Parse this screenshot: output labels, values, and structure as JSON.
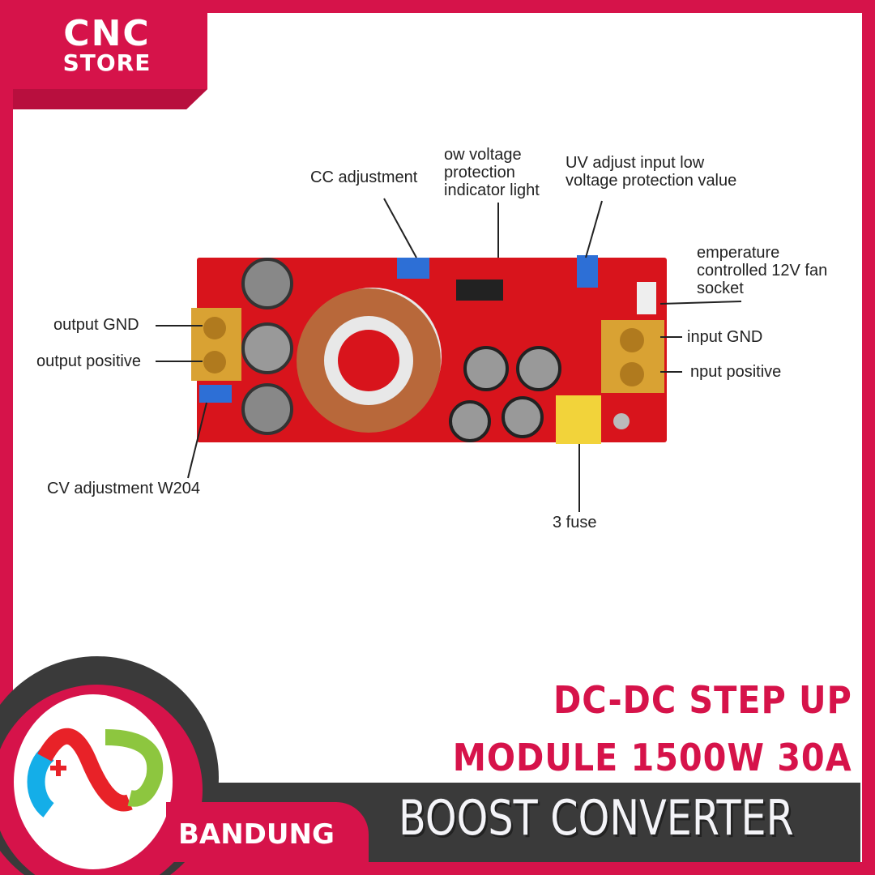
{
  "brand": {
    "line1": "CNC",
    "line2": "STORE"
  },
  "labels": {
    "cc_adjustment": "CC adjustment",
    "low_voltage_indicator": [
      "ow voltage",
      "protection",
      "indicator light"
    ],
    "uv_adjust": [
      "UV adjust input low",
      "voltage protection value"
    ],
    "fan_socket": [
      "emperature",
      "controlled 12V fan",
      "socket"
    ],
    "output_gnd": "output GND",
    "output_positive": "output positive",
    "input_gnd": "input GND",
    "input_positive": "nput positive",
    "cv_adjustment": "CV adjustment W204",
    "fuse": "3 fuse"
  },
  "title": {
    "line1": "DC-DC STEP UP",
    "line2": "MODULE 1500W 30A"
  },
  "subtitle": "BOOST CONVERTER",
  "location": "BANDUNG",
  "colors": {
    "brand_pink": "#d6134a",
    "dark": "#3a3a3a",
    "board_red": "#d8141c"
  }
}
